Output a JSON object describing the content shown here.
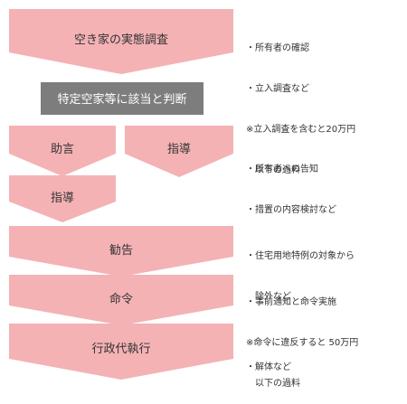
{
  "colors": {
    "step_fill": "#f4b2b5",
    "decision_fill": "#7d7d7d",
    "step_text": "#333333",
    "decision_text": "#ffffff"
  },
  "steps": {
    "vacant_house_survey": "空き家の実態調査",
    "decision": "特定空家等に該当と判断",
    "advice": "助言",
    "guidance_right": "指導",
    "guidance": "指導",
    "recommendation": "勧告",
    "order": "命令",
    "execution": "行政代執行"
  },
  "notes": {
    "survey": [
      "・所有者の確認",
      "・立入調査など",
      "※立入調査を含むと20万円",
      "　以下の過料"
    ],
    "advice": [
      "・所有者への告知",
      "・措置の内容検討など"
    ],
    "recommendation": [
      "・住宅用地特例の対象から",
      "　除外など"
    ],
    "order": [
      "・事前通知と命令実施",
      "※命令に違反すると 50万円",
      "　以下の過料"
    ],
    "execution": [
      "・解体など"
    ]
  }
}
